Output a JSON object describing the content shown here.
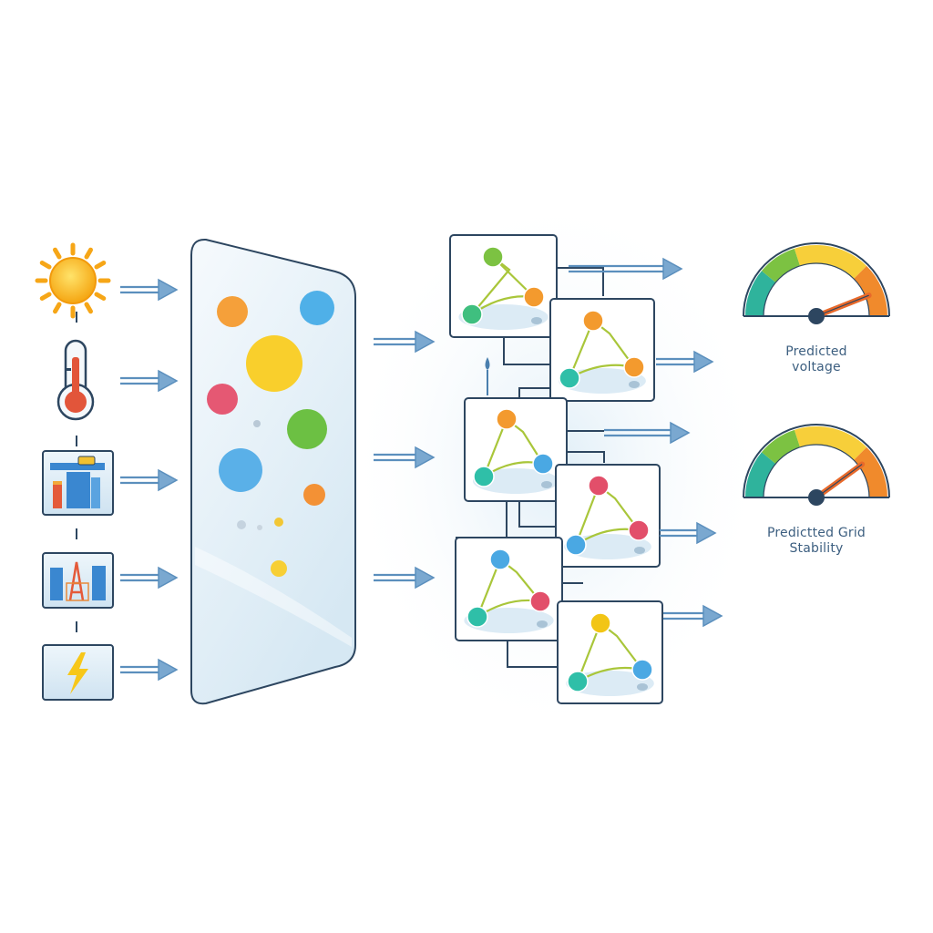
{
  "inputs": [
    {
      "id": "solar",
      "icon": "sun-icon"
    },
    {
      "id": "temperature",
      "icon": "thermometer-icon"
    },
    {
      "id": "plant",
      "icon": "industrial-plant-icon"
    },
    {
      "id": "substation",
      "icon": "substation-icon"
    },
    {
      "id": "power",
      "icon": "lightning-bolt-icon"
    }
  ],
  "model_panel": {
    "icon": "feature-bubbles"
  },
  "graph_nodes": [
    {
      "colors": [
        "#7cc242",
        "#f39a2e",
        "#3fbf7f"
      ]
    },
    {
      "colors": [
        "#f39a2e",
        "#2fbfa8",
        "#f39a2e"
      ]
    },
    {
      "colors": [
        "#f39a2e",
        "#2fbfa8",
        "#4aa8e3"
      ]
    },
    {
      "colors": [
        "#e24f6a",
        "#4aa8e3",
        "#e24f6a"
      ]
    },
    {
      "colors": [
        "#4aa8e3",
        "#2fbfa8",
        "#e24f6a"
      ]
    },
    {
      "colors": [
        "#f2c515",
        "#2fbfa8",
        "#4aa8e3"
      ]
    }
  ],
  "outputs": [
    {
      "id": "voltage",
      "label_line1": "Predicted",
      "label_line2": "voltage",
      "needle_fraction": 0.88
    },
    {
      "id": "stability",
      "label_line1": "Predictted Grid",
      "label_line2": "Stability",
      "needle_fraction": 0.8
    }
  ],
  "colors": {
    "arrow": "#5b8fbd",
    "outline": "#2d4660",
    "gauge_teal": "#2fb39c",
    "gauge_green": "#7cc242",
    "gauge_yellow": "#f7cf3a",
    "gauge_orange": "#f08a2c",
    "needle": "#e8692a",
    "hub": "#2d4660"
  }
}
